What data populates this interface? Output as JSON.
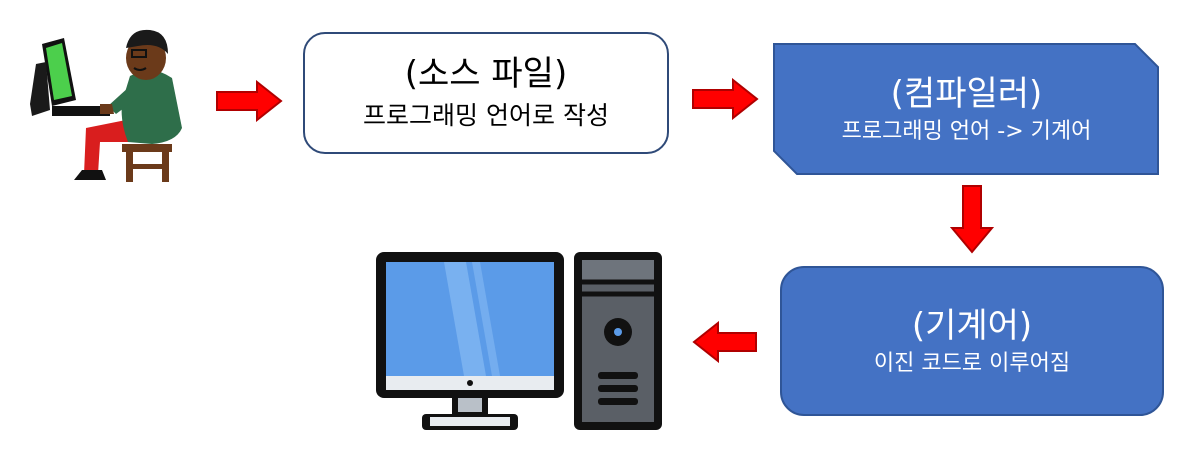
{
  "source_box": {
    "title": "(소스 파일)",
    "subtitle": "프로그래밍 언어로 작성"
  },
  "compiler_box": {
    "title": "(컴파일러)",
    "subtitle": "프로그래밍 언어 -> 기계어"
  },
  "machine_box": {
    "title": "(기계어)",
    "subtitle": "이진 코드로 이루어짐"
  },
  "colors": {
    "arrow": "#ff0000",
    "arrow_outline": "#b00000",
    "box_blue": "#4472c4",
    "box_blue_border": "#2f5597",
    "source_border": "#2f4a78",
    "monitor_screen": "#5b9be8",
    "tower_body": "#5a5f66"
  },
  "icons": {
    "programmer": "programmer-at-computer-icon",
    "desktop": "desktop-computer-icon"
  }
}
